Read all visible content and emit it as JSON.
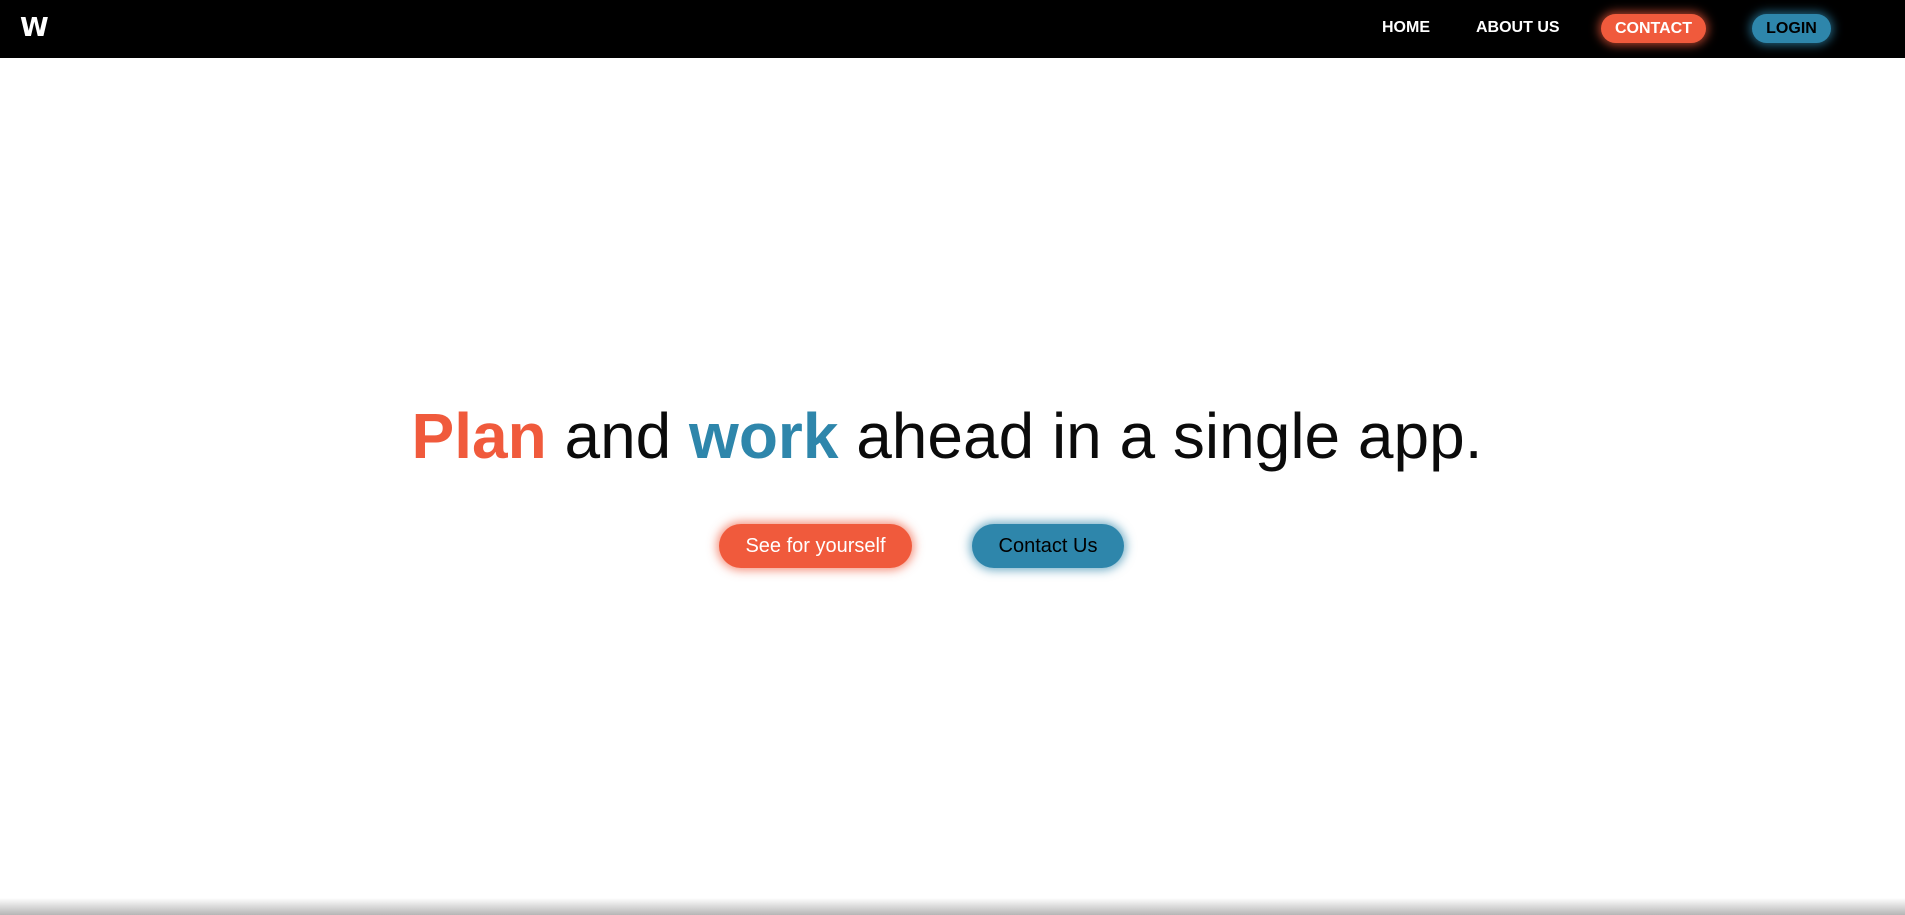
{
  "navbar": {
    "logo": "W",
    "links": {
      "home": "HOME",
      "about": "ABOUT US",
      "contact": "CONTACT",
      "login": "LOGIN"
    }
  },
  "hero": {
    "headline": {
      "word1": "Plan",
      "text1": " and ",
      "word2": "work",
      "text2": " ahead in a single app."
    },
    "buttons": {
      "primary": "See for yourself",
      "secondary": "Contact Us"
    }
  },
  "colors": {
    "navbar_bg": "#000000",
    "accent_orange": "#f05a3c",
    "accent_blue": "#2e86ab",
    "page_bg": "#ffffff",
    "text": "#0b0b0b"
  }
}
